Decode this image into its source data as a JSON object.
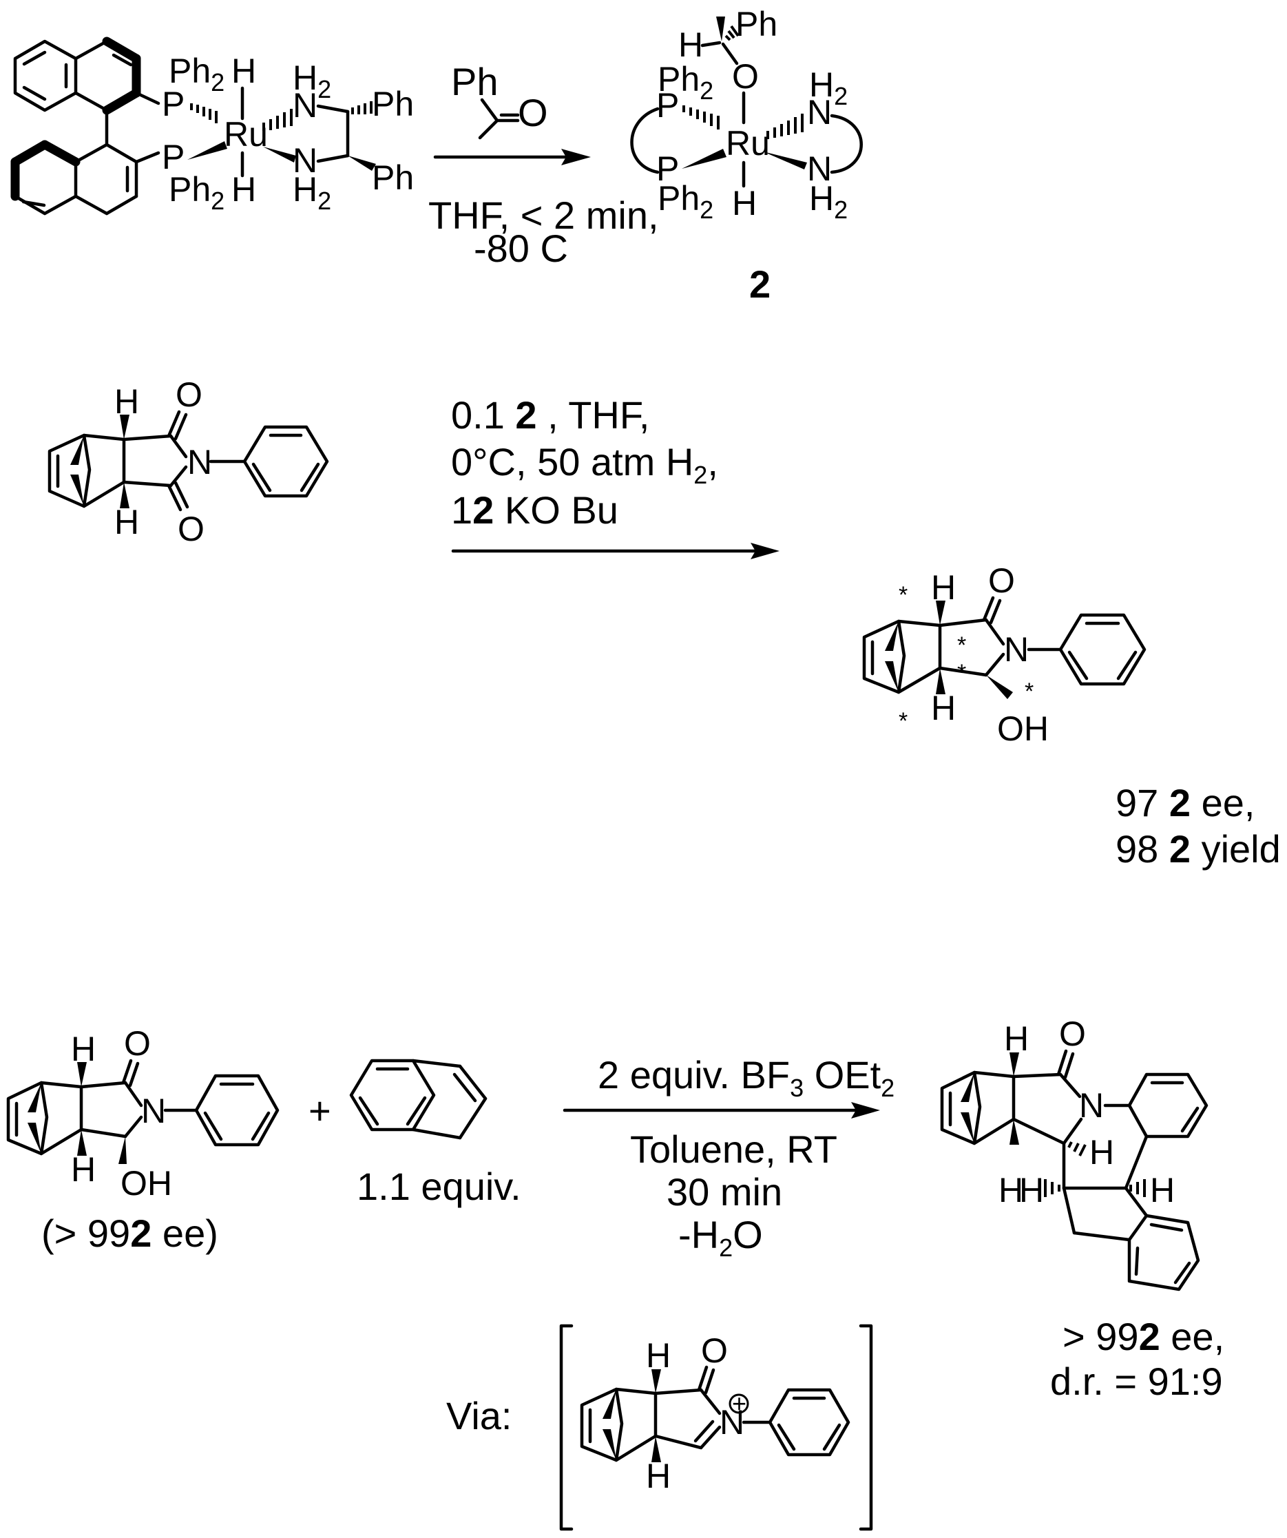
{
  "scheme1": {
    "reagent": "Ph",
    "reagent_o": "O",
    "cond_line1": "THF, < 2 min,",
    "cond_line2": "-80  C",
    "product_label": "2",
    "atoms": {
      "ph2": "Ph",
      "two": "2",
      "p": "P",
      "ru": "Ru",
      "h": "H",
      "n": "N",
      "ph": "Ph",
      "o": "O"
    }
  },
  "scheme2": {
    "cond_line1_a": "0.1 ",
    "cond_line1_b": "2",
    "cond_line1_c": "    , THF,",
    "cond_line2_a": "0°C, 50 atm H",
    "cond_line2_sub": "2",
    "cond_line2_b": ",",
    "cond_line3_a": "1",
    "cond_line3_b": "2",
    "cond_line3_c": "  KO Bu",
    "result1_a": "97 ",
    "result1_b": "2",
    "result1_c": "  ee,",
    "result2_a": "98 ",
    "result2_b": "2",
    "result2_c": "  yield",
    "atoms": {
      "h": "H",
      "o": "O",
      "n": "N",
      "oh": "OH",
      "star": "*"
    }
  },
  "scheme3": {
    "plus": "+",
    "sm_ee_a": "(> 99",
    "sm_ee_b": "2",
    "sm_ee_c": "  ee)",
    "indene_equiv": "1.1 equiv.",
    "cond_line1_a": "2 equiv. BF",
    "cond_line1_sub": "3",
    "cond_line1_b": " OEt",
    "cond_line1_sub2": "2",
    "cond_line2": "Toluene, RT",
    "cond_line3": "30 min",
    "cond_line4_a": "-H",
    "cond_line4_sub": "2",
    "cond_line4_b": "O",
    "result1_a": "> 99",
    "result1_b": "2",
    "result1_c": "  ee,",
    "result2": "d.r. = 91:9",
    "via": "Via:",
    "atoms": {
      "h": "H",
      "o": "O",
      "n": "N",
      "oh": "OH",
      "plus_charge": "+"
    }
  }
}
